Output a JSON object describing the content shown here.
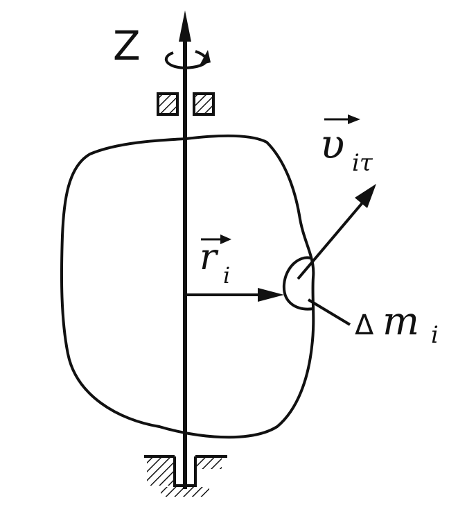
{
  "labels": {
    "axis": "Z",
    "radius_letter": "r",
    "radius_subscript": "i",
    "velocity_letter": "υ",
    "velocity_subscript": "iτ",
    "mass_prefix": "Δ",
    "mass_letter": "m",
    "mass_subscript": "i"
  },
  "colors": {
    "ink": "#111111",
    "background": "#ffffff"
  }
}
